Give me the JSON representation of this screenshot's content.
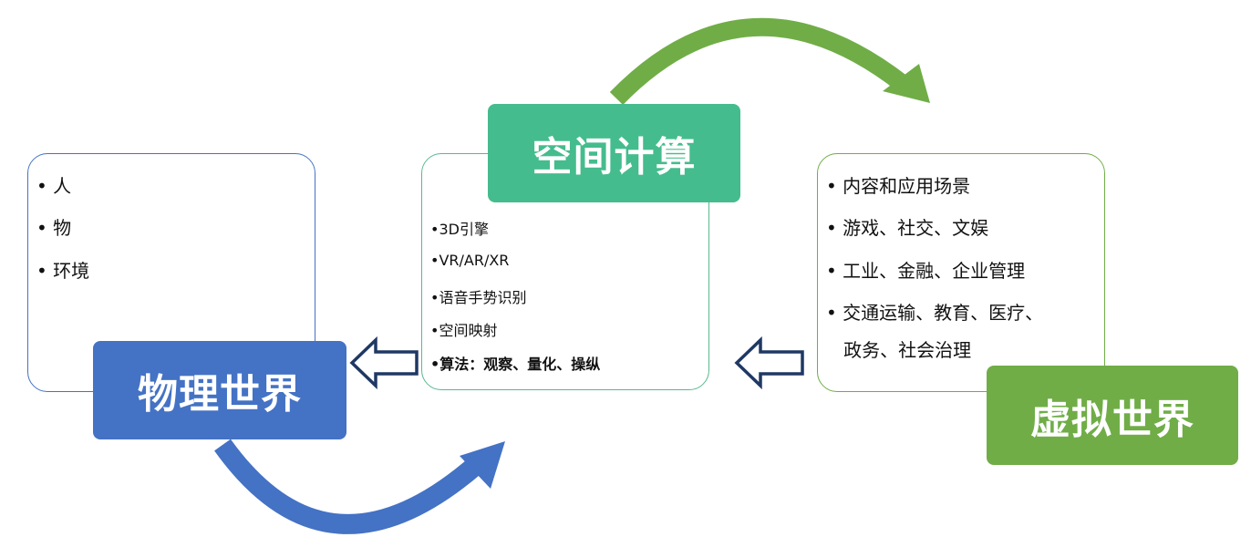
{
  "physical": {
    "title": "物理世界",
    "items": [
      "• 人",
      "• 物",
      "• 环境"
    ]
  },
  "spatial": {
    "title": "空间计算",
    "items": [
      "•3D引擎",
      "•VR/AR/XR",
      "•语音手势识别",
      "•空间映射",
      "•算法：观察、量化、操纵"
    ]
  },
  "virtual": {
    "title": "虚拟世界",
    "items": [
      "• 内容和应用场景",
      "• 游戏、社交、文娱",
      "• 工业、金融、企业管理",
      "• 交通运输、教育、医疗、",
      "   政务、社会治理"
    ]
  },
  "colors": {
    "blue": "#4472c4",
    "teal": "#45bc8d",
    "green": "#70ad47",
    "navy": "#1f3864"
  }
}
